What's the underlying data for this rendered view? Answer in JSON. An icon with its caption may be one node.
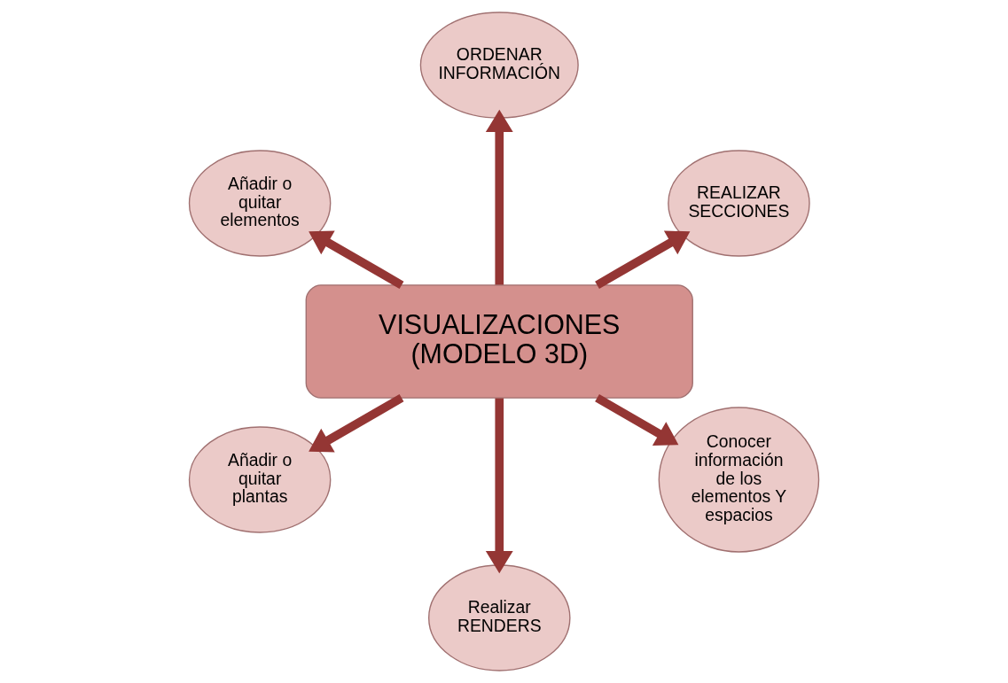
{
  "diagram": {
    "nodes": [
      {
        "text": [
          "REALIZAR SECCIONES"
        ]
      },
      {
        "text": [
          "ORDENAR INFORMACIÓN"
        ]
      },
      {
        "text": [
          "Añadir o quitar elementos"
        ]
      },
      {
        "text": [
          "VISUALIZACIONES (MODELO 3D)"
        ]
      },
      {
        "text": [
          "Añadir o quitar plantas"
        ]
      },
      {
        "text": [
          "Realizar RENDERS"
        ]
      },
      {
        "text": [
          "Conocer información de los elementos Y espacios"
        ]
      }
    ],
    "edges": [
      {
        "from": 3,
        "to": 0,
        "arrow": "to"
      },
      {
        "from": 3,
        "to": 1,
        "arrow": "to"
      },
      {
        "from": 3,
        "to": 2,
        "arrow": "to"
      },
      {
        "from": 3,
        "to": 4,
        "arrow": "to"
      },
      {
        "from": 3,
        "to": 5,
        "arrow": "to"
      },
      {
        "from": 3,
        "to": 6,
        "arrow": "to"
      }
    ]
  }
}
